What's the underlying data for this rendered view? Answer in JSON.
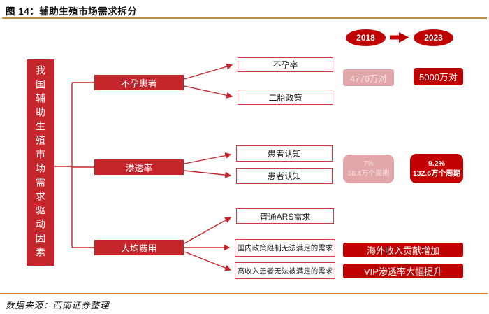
{
  "figure": {
    "title": "图 14：辅助生殖市场需求拆分",
    "source": "数据来源：西南证券整理"
  },
  "tree": {
    "root": "我国辅助生殖市场需求驱动因素",
    "branches": [
      {
        "label": "不孕患者",
        "children": [
          {
            "label": "不孕率"
          },
          {
            "label": "二胎政策"
          }
        ]
      },
      {
        "label": "渗透率",
        "children": [
          {
            "label": "患者认知"
          },
          {
            "label": "患者认知"
          }
        ]
      },
      {
        "label": "人均费用",
        "children": [
          {
            "label": "普通ARS需求"
          },
          {
            "label": "国内政策限制无法满足的需求"
          },
          {
            "label": "高收入患者无法被满足的需求"
          }
        ]
      }
    ]
  },
  "comparison": {
    "year_start": "2018",
    "year_end": "2023",
    "couples_2018": "4770万对",
    "couples_2023": "5000万对",
    "penetration_2018_pct": "7%",
    "penetration_2018_cycles": "68.4万个周期",
    "penetration_2023_pct": "9.2%",
    "penetration_2023_cycles": "132.6万个周期",
    "highlight_overseas": "海外收入贡献增加",
    "highlight_vip": "VIP渗透率大幅提升"
  },
  "colors": {
    "red": "#c5262c",
    "dark_red": "#c00000",
    "pink": "#e3a7ab",
    "gold_line": "#bf8e3b",
    "orange_line": "#e87e22"
  }
}
